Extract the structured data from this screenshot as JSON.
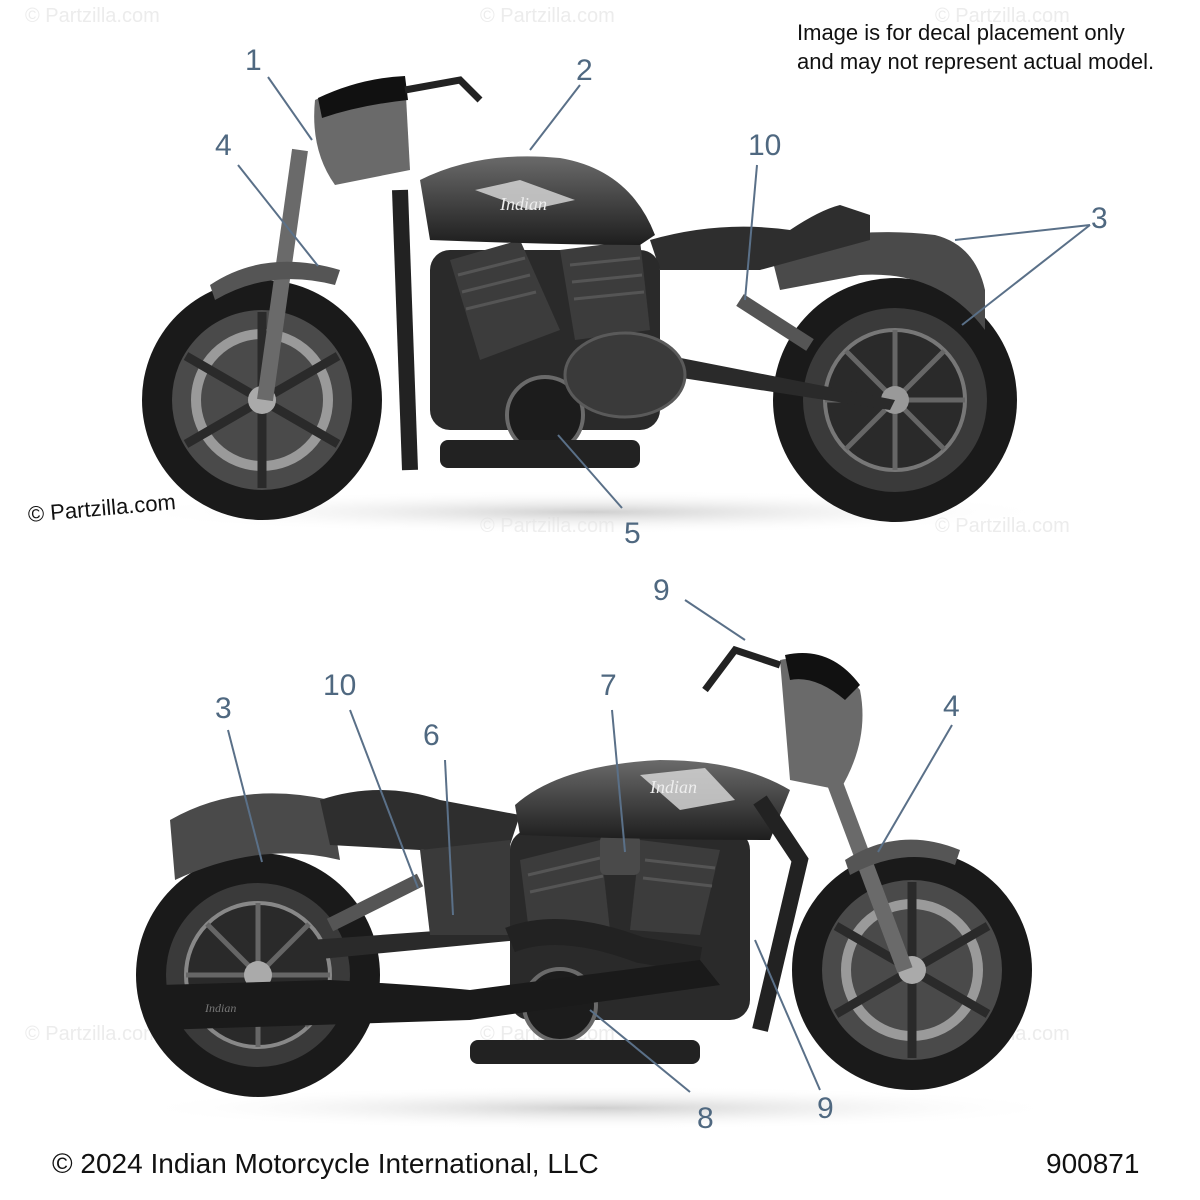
{
  "note": {
    "line1": "Image is for decal placement only",
    "line2": "and may not represent actual model."
  },
  "watermark": "© Partzilla.com",
  "footer": {
    "copyright": "© 2024 Indian Motorcycle International, LLC",
    "part_number": "900871"
  },
  "brand_script": "Indian",
  "callouts_top": [
    "1",
    "2",
    "3",
    "4",
    "5",
    "10"
  ],
  "callouts_bottom": [
    "3",
    "4",
    "6",
    "7",
    "8",
    "9",
    "9",
    "10"
  ],
  "colors": {
    "callout": "#4f6880",
    "body": "#3a3a3a",
    "tire": "#1a1a1a",
    "metal": "#8a8a8a"
  }
}
